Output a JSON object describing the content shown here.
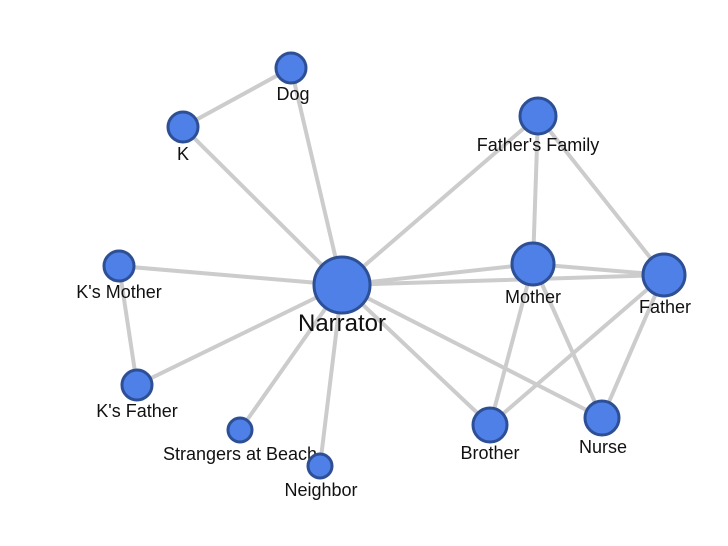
{
  "graph": {
    "colors": {
      "edge": "#cccccc",
      "node_fill": "#4f80e7",
      "node_stroke": "#2d4f95",
      "label": "#111111"
    },
    "nodes": [
      {
        "id": "narrator",
        "label": "Narrator"
      },
      {
        "id": "dog",
        "label": "Dog"
      },
      {
        "id": "k",
        "label": "K"
      },
      {
        "id": "fathers-family",
        "label": "Father's Family"
      },
      {
        "id": "mother",
        "label": "Mother"
      },
      {
        "id": "father",
        "label": "Father"
      },
      {
        "id": "ks-mother",
        "label": "K's Mother"
      },
      {
        "id": "ks-father",
        "label": "K's Father"
      },
      {
        "id": "strangers-at-beach",
        "label": "Strangers at Beach"
      },
      {
        "id": "neighbor",
        "label": "Neighbor"
      },
      {
        "id": "brother",
        "label": "Brother"
      },
      {
        "id": "nurse",
        "label": "Nurse"
      }
    ],
    "edges": [
      {
        "source": "k",
        "target": "dog"
      },
      {
        "source": "dog",
        "target": "narrator"
      },
      {
        "source": "k",
        "target": "narrator"
      },
      {
        "source": "ks-mother",
        "target": "narrator"
      },
      {
        "source": "ks-mother",
        "target": "ks-father"
      },
      {
        "source": "ks-father",
        "target": "narrator"
      },
      {
        "source": "strangers-at-beach",
        "target": "narrator"
      },
      {
        "source": "neighbor",
        "target": "narrator"
      },
      {
        "source": "narrator",
        "target": "fathers-family"
      },
      {
        "source": "narrator",
        "target": "mother"
      },
      {
        "source": "narrator",
        "target": "father"
      },
      {
        "source": "narrator",
        "target": "brother"
      },
      {
        "source": "narrator",
        "target": "nurse"
      },
      {
        "source": "fathers-family",
        "target": "mother"
      },
      {
        "source": "fathers-family",
        "target": "father"
      },
      {
        "source": "mother",
        "target": "father"
      },
      {
        "source": "mother",
        "target": "brother"
      },
      {
        "source": "mother",
        "target": "nurse"
      },
      {
        "source": "father",
        "target": "brother"
      },
      {
        "source": "father",
        "target": "nurse"
      }
    ]
  }
}
